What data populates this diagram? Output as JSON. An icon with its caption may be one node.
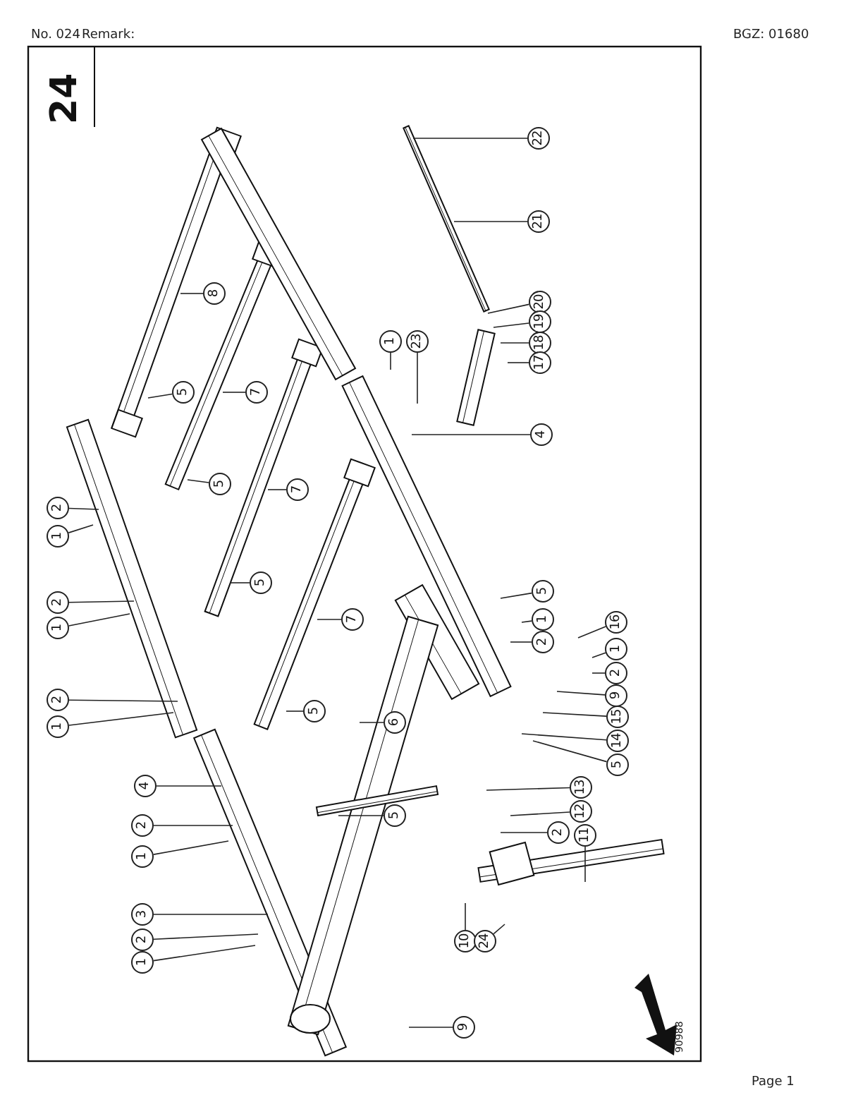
{
  "diagram": {
    "nodes": [
      {
        "text": [
          "2"
        ]
      },
      {
        "text": [
          "1"
        ]
      },
      {
        "text": [
          "2"
        ]
      },
      {
        "text": [
          "1"
        ]
      },
      {
        "text": [
          "2"
        ]
      },
      {
        "text": [
          "1"
        ]
      },
      {
        "text": [
          "4"
        ]
      },
      {
        "text": [
          "2"
        ]
      },
      {
        "text": [
          "1"
        ]
      },
      {
        "text": [
          "3"
        ]
      },
      {
        "text": [
          "2"
        ]
      },
      {
        "text": [
          "1"
        ]
      },
      {
        "text": [
          "8"
        ]
      },
      {
        "text": [
          "5"
        ]
      },
      {
        "text": [
          "7"
        ]
      },
      {
        "text": [
          "5"
        ]
      },
      {
        "text": [
          "7"
        ]
      },
      {
        "text": [
          "5"
        ]
      },
      {
        "text": [
          "7"
        ]
      },
      {
        "text": [
          "5"
        ]
      },
      {
        "text": [
          "6"
        ]
      },
      {
        "text": [
          "5"
        ]
      },
      {
        "text": [
          "22"
        ]
      },
      {
        "text": [
          "21"
        ]
      },
      {
        "text": [
          "1"
        ]
      },
      {
        "text": [
          "23"
        ]
      },
      {
        "text": [
          "20"
        ]
      },
      {
        "text": [
          "19"
        ]
      },
      {
        "text": [
          "18"
        ]
      },
      {
        "text": [
          "17"
        ]
      },
      {
        "text": [
          "4"
        ]
      },
      {
        "text": [
          "5"
        ]
      },
      {
        "text": [
          "1"
        ]
      },
      {
        "text": [
          "2"
        ]
      },
      {
        "text": [
          "16"
        ]
      },
      {
        "text": [
          "1"
        ]
      },
      {
        "text": [
          "2"
        ]
      },
      {
        "text": [
          "9"
        ]
      },
      {
        "text": [
          "15"
        ]
      },
      {
        "text": [
          "14"
        ]
      },
      {
        "text": [
          "5"
        ]
      },
      {
        "text": [
          "13"
        ]
      },
      {
        "text": [
          "12"
        ]
      },
      {
        "text": [
          "2"
        ]
      },
      {
        "text": [
          "11"
        ]
      },
      {
        "text": [
          "10"
        ]
      },
      {
        "text": [
          "24"
        ]
      },
      {
        "text": [
          "9"
        ]
      }
    ],
    "edges": [
      {
        "from": 0,
        "to": null,
        "arrow": "none"
      },
      {
        "from": 1,
        "to": null,
        "arrow": "none"
      },
      {
        "from": 2,
        "to": null,
        "arrow": "none"
      },
      {
        "from": 3,
        "to": null,
        "arrow": "none"
      },
      {
        "from": 4,
        "to": null,
        "arrow": "none"
      },
      {
        "from": 5,
        "to": null,
        "arrow": "none"
      },
      {
        "from": 6,
        "to": null,
        "arrow": "none"
      },
      {
        "from": 7,
        "to": null,
        "arrow": "none"
      },
      {
        "from": 8,
        "to": null,
        "arrow": "none"
      },
      {
        "from": 9,
        "to": null,
        "arrow": "none"
      },
      {
        "from": 10,
        "to": null,
        "arrow": "none"
      },
      {
        "from": 11,
        "to": null,
        "arrow": "none"
      },
      {
        "from": 12,
        "to": null,
        "arrow": "none"
      },
      {
        "from": 13,
        "to": null,
        "arrow": "none"
      },
      {
        "from": 14,
        "to": null,
        "arrow": "none"
      },
      {
        "from": 15,
        "to": null,
        "arrow": "none"
      },
      {
        "from": 16,
        "to": null,
        "arrow": "none"
      },
      {
        "from": 17,
        "to": null,
        "arrow": "none"
      },
      {
        "from": 18,
        "to": null,
        "arrow": "none"
      },
      {
        "from": 19,
        "to": null,
        "arrow": "none"
      },
      {
        "from": 20,
        "to": null,
        "arrow": "none"
      },
      {
        "from": 21,
        "to": null,
        "arrow": "none"
      },
      {
        "from": 22,
        "to": null,
        "arrow": "none"
      },
      {
        "from": 23,
        "to": null,
        "arrow": "none"
      },
      {
        "from": 24,
        "to": null,
        "arrow": "none"
      },
      {
        "from": 25,
        "to": null,
        "arrow": "none"
      },
      {
        "from": 26,
        "to": null,
        "arrow": "none"
      },
      {
        "from": 27,
        "to": null,
        "arrow": "none"
      },
      {
        "from": 28,
        "to": null,
        "arrow": "none"
      },
      {
        "from": 29,
        "to": null,
        "arrow": "none"
      },
      {
        "from": 30,
        "to": null,
        "arrow": "none"
      },
      {
        "from": 31,
        "to": null,
        "arrow": "none"
      },
      {
        "from": 32,
        "to": null,
        "arrow": "none"
      },
      {
        "from": 33,
        "to": null,
        "arrow": "none"
      },
      {
        "from": 34,
        "to": null,
        "arrow": "none"
      },
      {
        "from": 35,
        "to": null,
        "arrow": "none"
      },
      {
        "from": 36,
        "to": null,
        "arrow": "none"
      },
      {
        "from": 37,
        "to": null,
        "arrow": "none"
      },
      {
        "from": 38,
        "to": null,
        "arrow": "none"
      },
      {
        "from": 39,
        "to": null,
        "arrow": "none"
      },
      {
        "from": 40,
        "to": null,
        "arrow": "none"
      },
      {
        "from": 41,
        "to": null,
        "arrow": "none"
      },
      {
        "from": 42,
        "to": null,
        "arrow": "none"
      },
      {
        "from": 43,
        "to": null,
        "arrow": "none"
      },
      {
        "from": 44,
        "to": null,
        "arrow": "none"
      },
      {
        "from": 45,
        "to": null,
        "arrow": "none"
      },
      {
        "from": 46,
        "to": null,
        "arrow": "none"
      },
      {
        "from": 47,
        "to": null,
        "arrow": "none"
      }
    ],
    "labels": [
      "No. 024",
      "Remark:",
      "BGZ: 01680",
      "24",
      "90988",
      "Page 1"
    ]
  }
}
